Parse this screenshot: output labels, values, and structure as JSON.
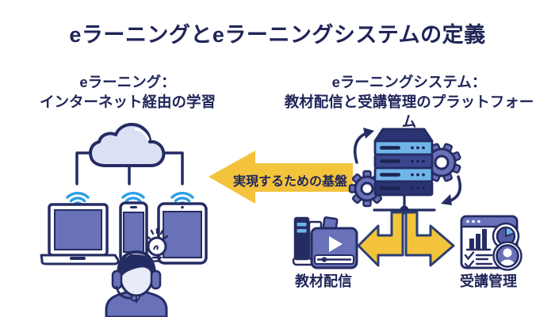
{
  "title": "eラーニングとeラーニングシステムの定義",
  "left_section": {
    "line1": "eラーニング：",
    "line2": "インターネット経由の学習"
  },
  "right_section": {
    "line1": "eラーニングシステム：",
    "line2": "教材配信と受講管理のプラットフォーム"
  },
  "center_arrow": {
    "label": "実現するための基盤"
  },
  "bottom_labels": {
    "delivery": "教材配信",
    "management": "受講管理"
  },
  "icons": [
    "cloud-icon",
    "wifi-icon",
    "laptop-icon",
    "smartphone-icon",
    "tablet-icon",
    "lightbulb-icon",
    "student-headset-icon",
    "up-arrow-icon",
    "bracket-connector",
    "server-icon",
    "gear-icon",
    "cycle-arrow-icon",
    "network-node-connector",
    "books-icon",
    "video-player-icon",
    "dashboard-icon",
    "bar-chart-icon",
    "pie-chart-icon",
    "checklist-icon",
    "avatar-icon",
    "big-left-arrow",
    "elbow-arrow-left",
    "elbow-arrow-right"
  ],
  "colors": {
    "navy_outline": "#252C63",
    "text_navy": "#1F2557",
    "purple_fill": "#6971B8",
    "lavender_fill": "#DCE0F4",
    "face_fill": "#E9EBF8",
    "wifi_blue": "#2B9FE5",
    "server_blue": "#6FB5E8",
    "server_dark_row": "#3C468F",
    "arrow_yellow": "#F3C33C",
    "background": "#FFFFFF"
  }
}
